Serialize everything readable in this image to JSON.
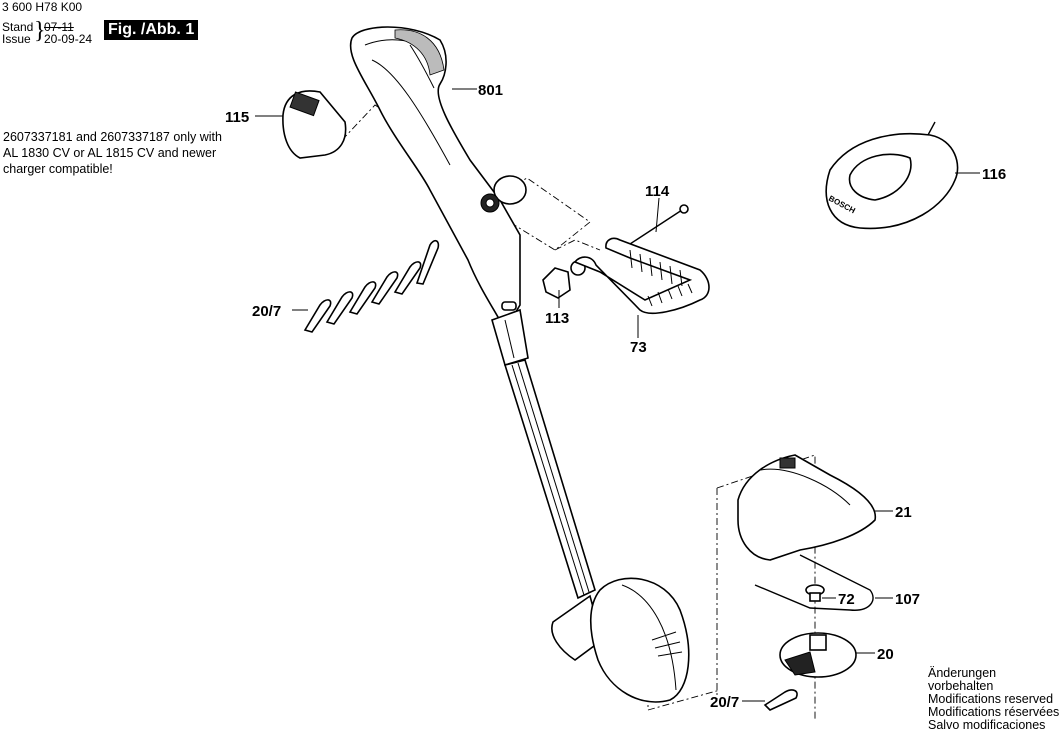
{
  "header": {
    "document_code": "3 600 H78 K00",
    "stand_label": "Stand",
    "issue_label": "Issue",
    "stand_date_struck": "07-11",
    "issue_date": "20-09-24",
    "figure_badge": "Fig. /Abb. 1"
  },
  "compatibility_note": [
    "2607337181 and 2607337187 only with",
    "AL 1830 CV or AL 1815 CV and newer",
    "charger compatible!"
  ],
  "modifications_notice": [
    "Änderungen vorbehalten",
    "Modifications reserved",
    "Modifications réservées",
    "Salvo modificaciones"
  ],
  "parts": [
    {
      "id": "801",
      "name": "handle-housing"
    },
    {
      "id": "115",
      "name": "battery-pack"
    },
    {
      "id": "116",
      "name": "charger"
    },
    {
      "id": "114",
      "name": "bolt"
    },
    {
      "id": "113",
      "name": "knob-nut"
    },
    {
      "id": "73",
      "name": "auxiliary-handle"
    },
    {
      "id": "20/7",
      "name": "blades"
    },
    {
      "id": "21",
      "name": "guard"
    },
    {
      "id": "107",
      "name": "wire-guide"
    },
    {
      "id": "72",
      "name": "screw"
    },
    {
      "id": "20",
      "name": "blade-disc"
    },
    {
      "id": "20/7",
      "name": "single-blade"
    }
  ],
  "charger_brand": "BOSCH"
}
